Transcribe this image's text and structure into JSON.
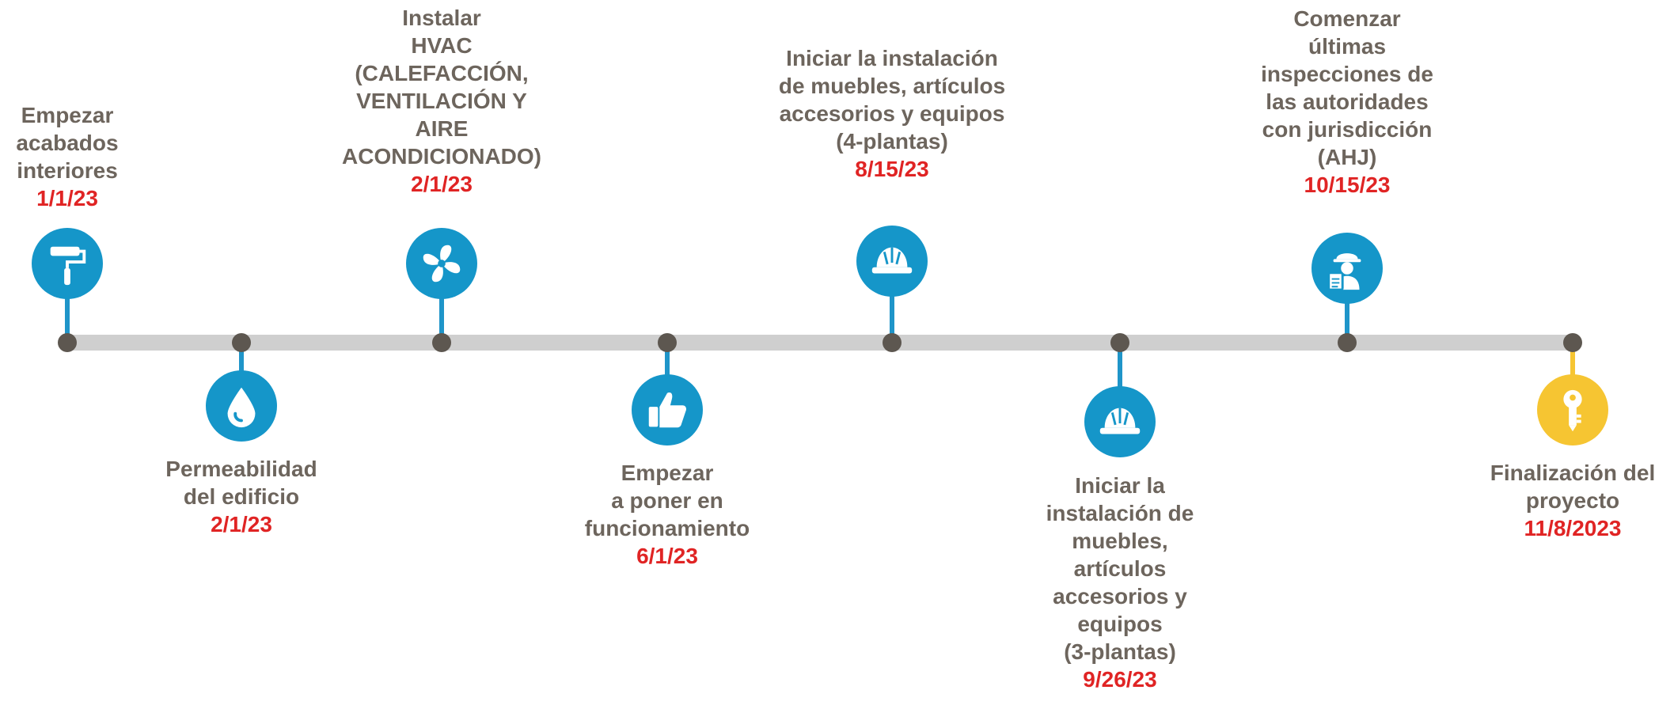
{
  "colors": {
    "track": "#cfcfcf",
    "dot": "#5d5750",
    "accent": "#1596c9",
    "final_accent": "#f6c532",
    "text": "#6d655d",
    "date": "#e02424"
  },
  "milestones": [
    {
      "icon": "paint-roller-icon",
      "lines": [
        "Empezar",
        "acabados",
        "interiores"
      ],
      "date": "1/1/23"
    },
    {
      "icon": "water-drop-icon",
      "lines": [
        "Permeabilidad",
        "del edificio"
      ],
      "date": "2/1/23"
    },
    {
      "icon": "fan-icon",
      "lines": [
        "Instalar",
        "HVAC",
        "(CALEFACCIÓN,",
        "VENTILACIÓN Y",
        "AIRE",
        "ACONDICIONADO)"
      ],
      "date": "2/1/23"
    },
    {
      "icon": "thumbs-up-icon",
      "lines": [
        "Empezar",
        "a poner en",
        "funcionamiento"
      ],
      "date": "6/1/23"
    },
    {
      "icon": "hard-hat-icon",
      "lines": [
        "Iniciar la instalación",
        "de muebles, artículos",
        "accesorios y equipos",
        "(4-plantas)"
      ],
      "date": "8/15/23"
    },
    {
      "icon": "hard-hat-icon",
      "lines": [
        "Iniciar la",
        "instalación de",
        "muebles,",
        "artículos",
        "accesorios y",
        "equipos",
        "(3-plantas)"
      ],
      "date": "9/26/23"
    },
    {
      "icon": "inspector-icon",
      "lines": [
        "Comenzar",
        "últimas",
        "inspecciones de",
        "las autoridades",
        "con jurisdicción",
        "(AHJ)"
      ],
      "date": "10/15/23"
    },
    {
      "icon": "key-icon",
      "lines": [
        "Finalización del",
        "proyecto"
      ],
      "date": "11/8/2023"
    }
  ]
}
